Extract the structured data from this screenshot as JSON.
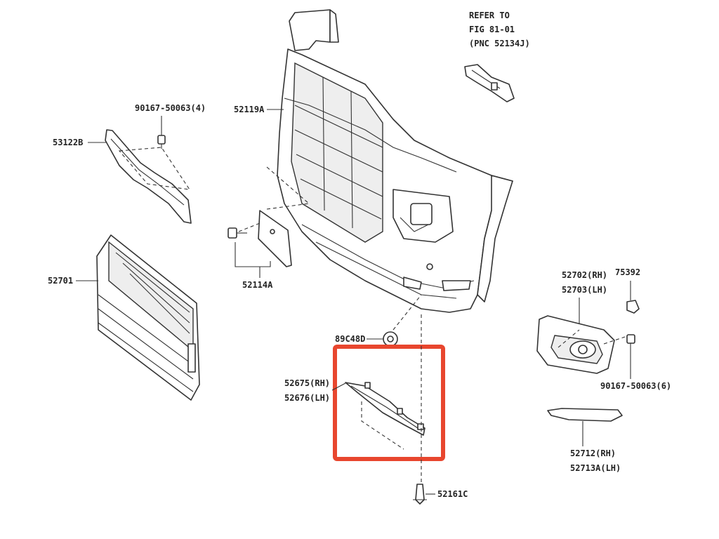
{
  "reference_note": {
    "line1": "REFER TO",
    "line2": "FIG 81-01",
    "line3": "(PNC 52134J)"
  },
  "labels": {
    "p90167_50063_4": "90167-50063(4)",
    "p53122B": "53122B",
    "p52119A": "52119A",
    "p52114A": "52114A",
    "p52701": "52701",
    "p89C48D": "89C48D",
    "p52675": "52675(RH)",
    "p52676": "52676(LH)",
    "p52702": "52702(RH)",
    "p52703": "52703(LH)",
    "p75392": "75392",
    "p90167_50063_6": "90167-50063(6)",
    "p52712": "52712(RH)",
    "p52713A": "52713A(LH)",
    "p52161C": "52161C"
  },
  "highlight": {
    "color": "#e8462e"
  }
}
